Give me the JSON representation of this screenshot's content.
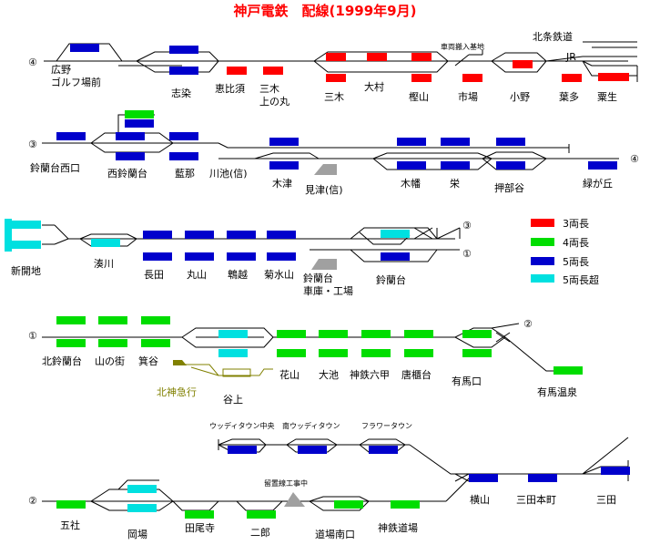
{
  "title": "神戸電鉄　配線(1999年9月)",
  "colors": {
    "car3": "#ff0000",
    "car4": "#00dd00",
    "car5": "#0000cc",
    "car5plus": "#00e0e0",
    "depot": "#a0a0a0",
    "kita_kyuko": "#808000"
  },
  "legend": [
    {
      "label": "3両長",
      "color": "#ff0000"
    },
    {
      "label": "4両長",
      "color": "#00dd00"
    },
    {
      "label": "5両長",
      "color": "#0000cc"
    },
    {
      "label": "5両長超",
      "color": "#00e0e0"
    }
  ],
  "row1": {
    "marker": "④",
    "stations": [
      "広野\nゴルフ場前",
      "志染",
      "恵比須",
      "三木\n上の丸",
      "三木",
      "大村",
      "樫山",
      "市場",
      "小野",
      "葉多",
      "粟生"
    ],
    "notes": {
      "kitajo": "北条鉄道",
      "jr": "JR",
      "depot": "車両搬入基地"
    }
  },
  "row2": {
    "marker_left": "③",
    "marker_right": "④",
    "stations": [
      "鈴蘭台西口",
      "西鈴蘭台",
      "藍那",
      "川池(信)",
      "木津",
      "見津(信)",
      "木幡",
      "栄",
      "押部谷",
      "緑が丘"
    ]
  },
  "row3": {
    "marker_top": "③",
    "marker_bottom": "①",
    "stations": [
      "新開地",
      "湊川",
      "長田",
      "丸山",
      "鵯越",
      "菊水山",
      "鈴蘭台\n車庫・工場",
      "鈴蘭台"
    ]
  },
  "row4": {
    "marker_left": "①",
    "marker_right": "②",
    "stations": [
      "北鈴蘭台",
      "山の街",
      "箕谷",
      "谷上",
      "花山",
      "大池",
      "神鉄六甲",
      "唐櫃台",
      "有馬口",
      "有馬温泉"
    ],
    "branch": "北神急行"
  },
  "row5": {
    "marker": "②",
    "top_labels": [
      "ウッディタウン中央",
      "南ウッディタウン",
      "フラワータウン"
    ],
    "construction": "留置線工事中",
    "stations": [
      "五社",
      "岡場",
      "田尾寺",
      "二郎",
      "道場南口",
      "神鉄道場",
      "横山",
      "三田本町",
      "三田"
    ]
  }
}
